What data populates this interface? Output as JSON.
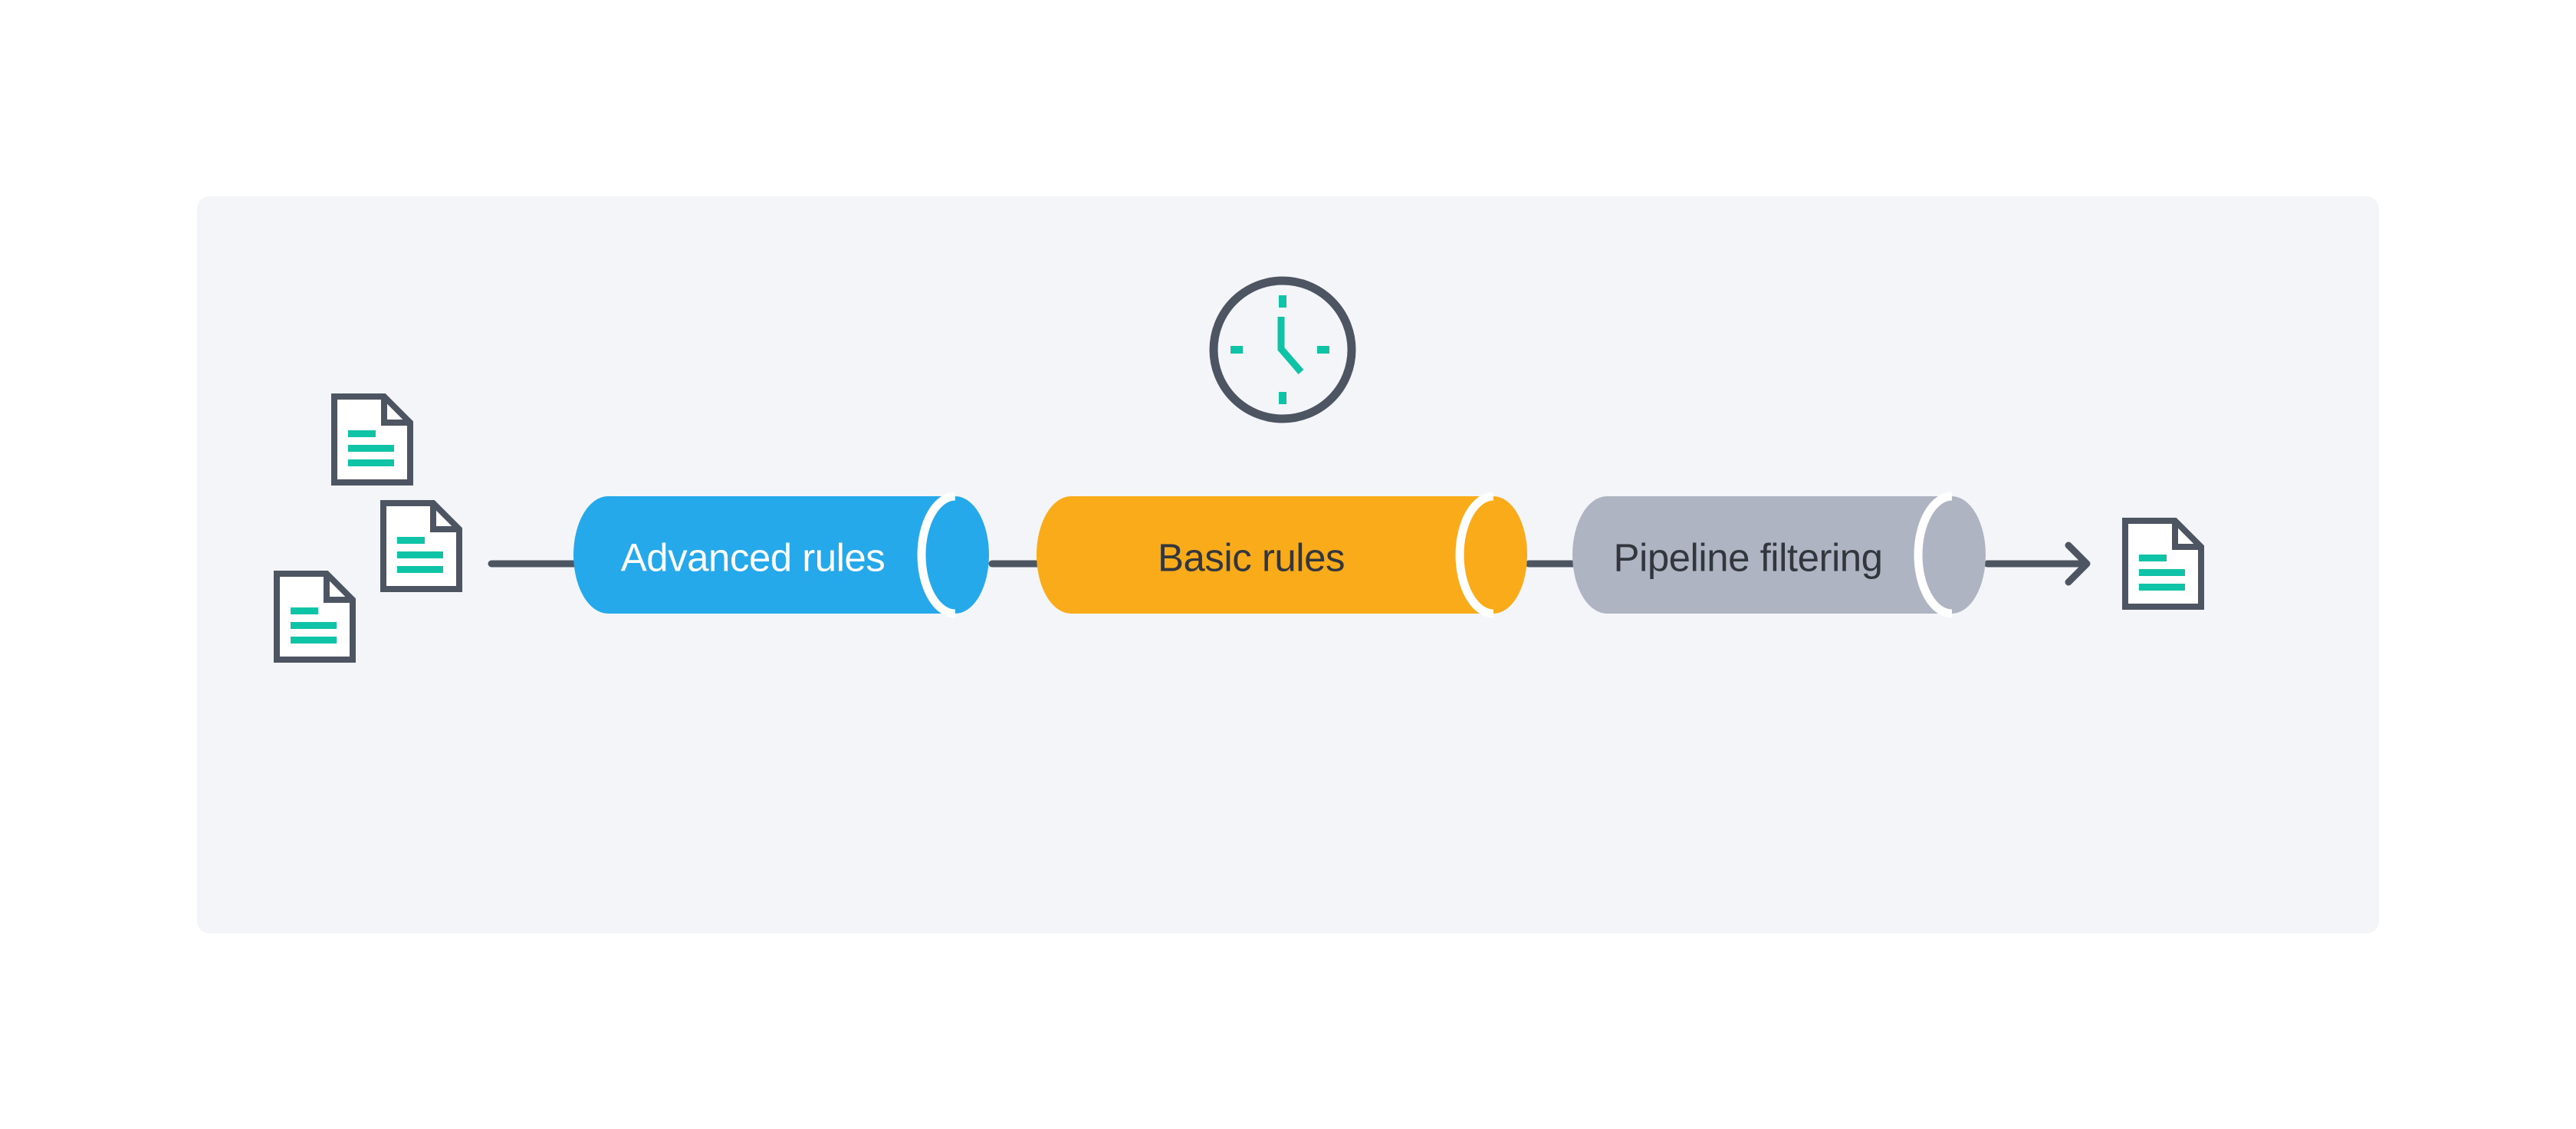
{
  "colors": {
    "page_bg": "#FFFFFF",
    "panel": "#F4F5F8",
    "outline": "#4D5563",
    "teal": "#0EC3A6",
    "stage_blue": "#25A9EA",
    "stage_amber": "#F9AB19",
    "stage_gray": "#AEB4C2",
    "label_light": "#FFFFFF",
    "label_dark": "#33373D",
    "gap_white": "#FFFFFF"
  },
  "stages": [
    {
      "label": "Advanced rules"
    },
    {
      "label": "Basic rules"
    },
    {
      "label": "Pipeline filtering"
    }
  ],
  "icons": {
    "input": "document-icon",
    "timer": "clock-icon",
    "output": "document-icon",
    "flow": "arrow-right-icon"
  }
}
